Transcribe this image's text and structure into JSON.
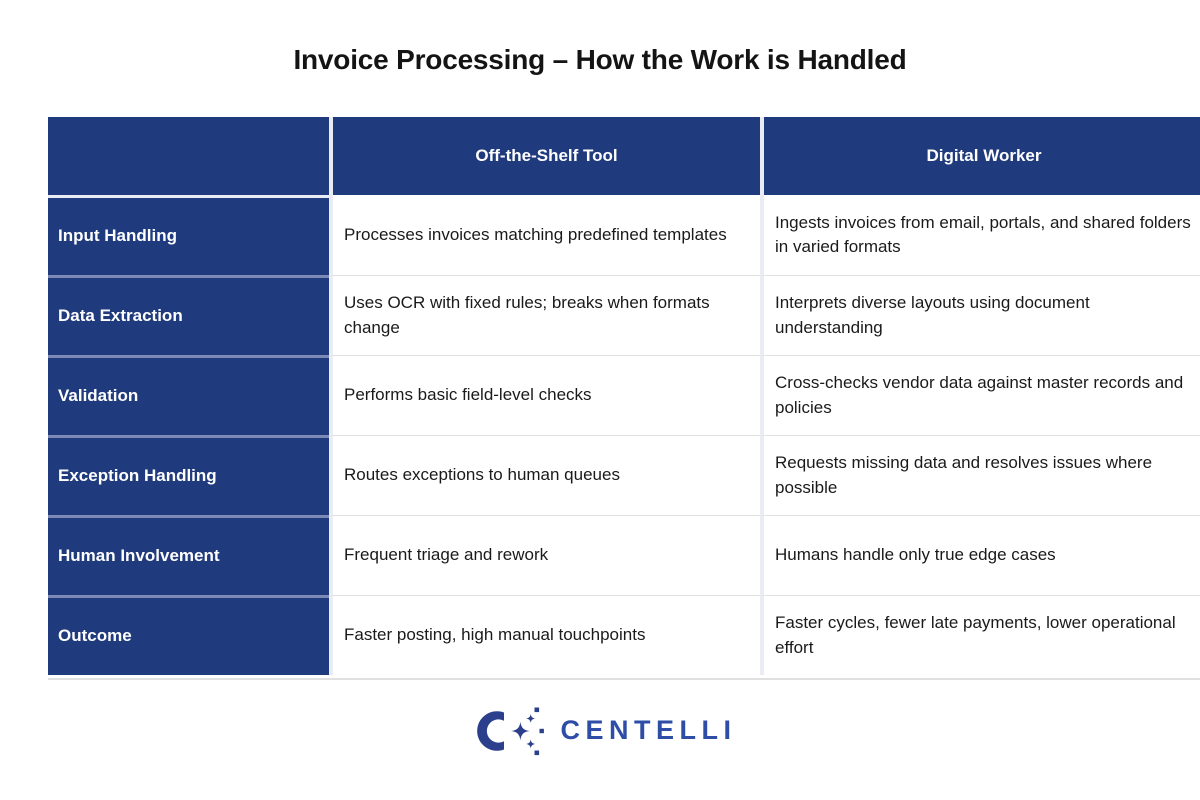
{
  "document": {
    "title": "Invoice Processing – How the Work is Handled"
  },
  "table": {
    "headers": {
      "label_column": "",
      "column_1": "Off-the-Shelf Tool",
      "column_2": "Digital Worker"
    },
    "rows": [
      {
        "label": "Input Handling",
        "off_the_shelf_tool": "Processes invoices matching predefined templates",
        "digital_worker": "Ingests invoices from email, portals, and shared folders in varied formats"
      },
      {
        "label": "Data Extraction",
        "off_the_shelf_tool": "Uses OCR with fixed rules; breaks when formats change",
        "digital_worker": "Interprets diverse layouts using document understanding"
      },
      {
        "label": "Validation",
        "off_the_shelf_tool": "Performs basic field-level checks",
        "digital_worker": "Cross-checks vendor data against master records and policies"
      },
      {
        "label": "Exception Handling",
        "off_the_shelf_tool": "Routes exceptions to human queues",
        "digital_worker": "Requests missing data and resolves issues where possible"
      },
      {
        "label": "Human Involvement",
        "off_the_shelf_tool": "Frequent triage and rework",
        "digital_worker": "Humans handle only true edge cases"
      },
      {
        "label": "Outcome",
        "off_the_shelf_tool": "Faster posting, high manual touchpoints",
        "digital_worker": "Faster cycles, fewer late payments, lower operational effort"
      }
    ]
  },
  "logo": {
    "mark_icon": "centelli-c-sparkle-icon",
    "wordmark": "CENTELLI"
  },
  "colors": {
    "header_navy": "#1F3A7D",
    "label_navy": "#1F3A7D",
    "logo_blue": "#2E4DA7",
    "body_text": "#1a1a1a",
    "title_text": "#141414",
    "row_divider": "#e2e2e2",
    "column_gap": "#e9ecf2",
    "label_divider": "#7b8bb5",
    "page_background": "#ffffff"
  }
}
